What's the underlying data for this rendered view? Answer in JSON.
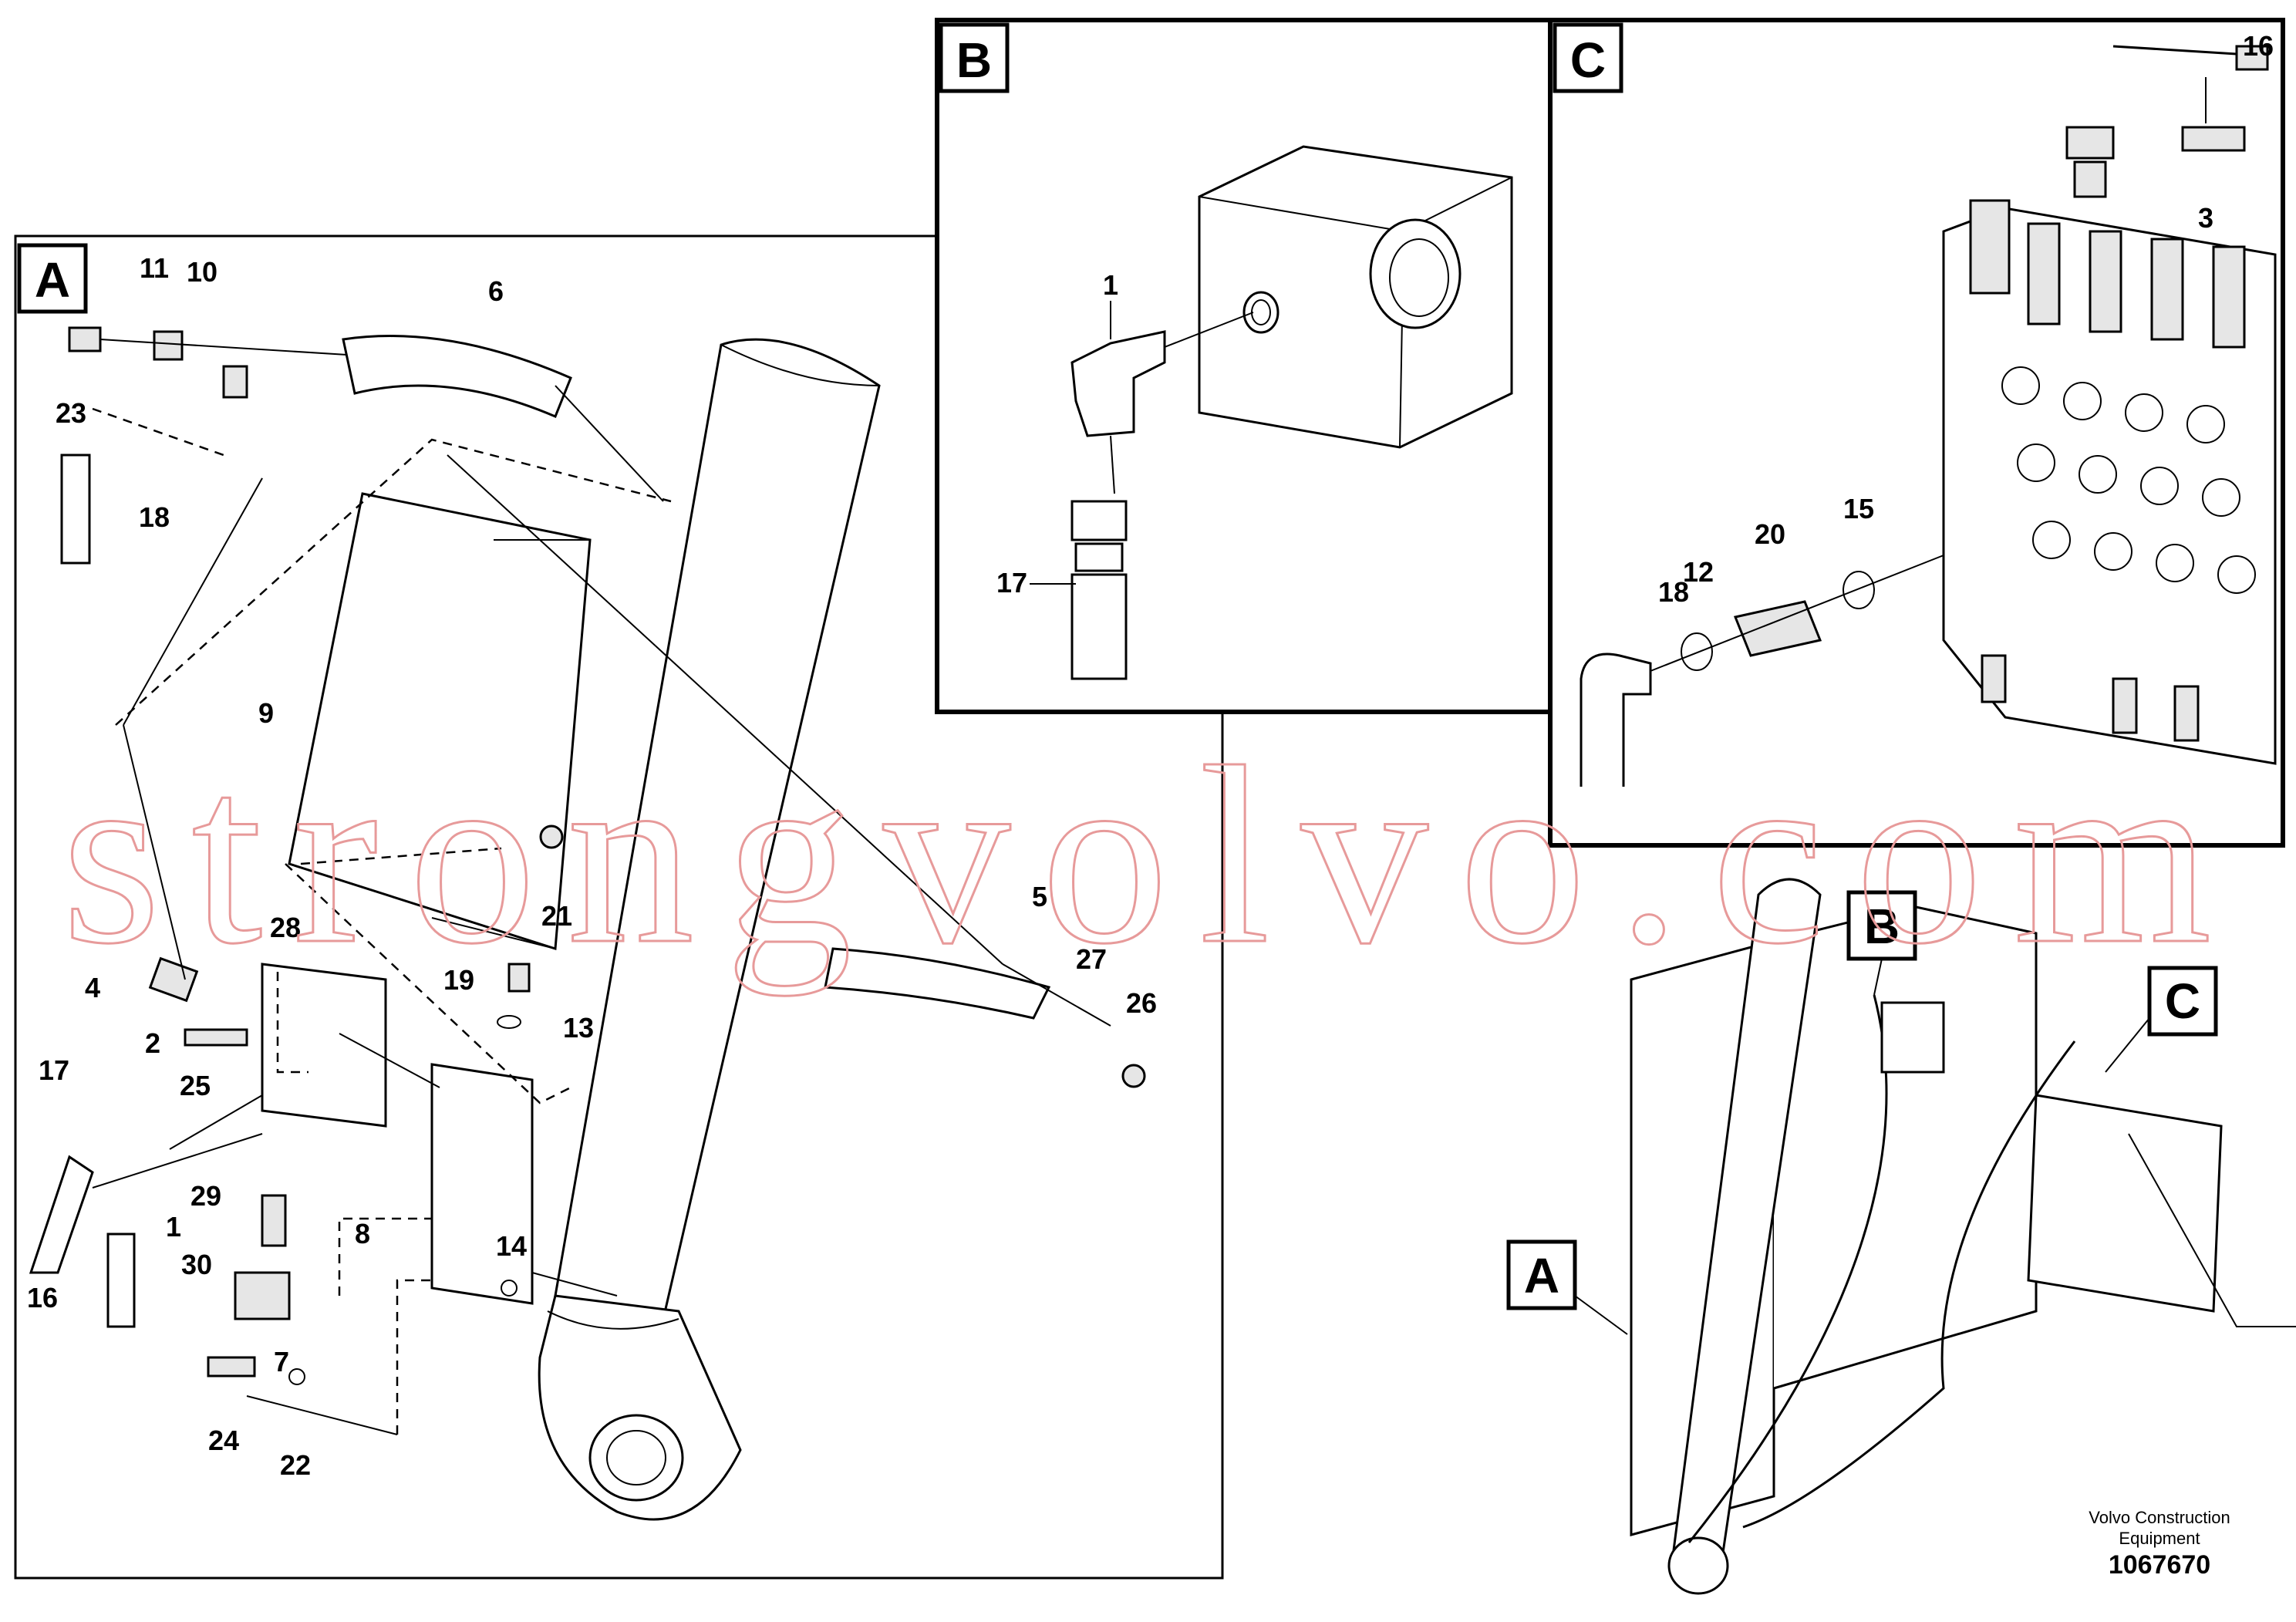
{
  "panels": {
    "A": {
      "letter": "A"
    },
    "B": {
      "letter": "B"
    },
    "C": {
      "letter": "C"
    }
  },
  "callouts_overview": {
    "A": "A",
    "B": "B",
    "C": "C"
  },
  "labels_A": [
    "11",
    "10",
    "6",
    "23",
    "18",
    "9",
    "21",
    "28",
    "5",
    "27",
    "4",
    "19",
    "13",
    "26",
    "17",
    "2",
    "25",
    "29",
    "8",
    "14",
    "1",
    "30",
    "16",
    "7",
    "24",
    "22"
  ],
  "labels_B": [
    "1",
    "17"
  ],
  "labels_C": [
    "16",
    "3",
    "18",
    "12",
    "20",
    "15"
  ],
  "watermark": "strongvolvo.com",
  "footer": {
    "company_line1": "Volvo Construction",
    "company_line2": "Equipment",
    "code": "1067670"
  },
  "colors": {
    "watermark": "#e79a9a",
    "line": "#000000"
  }
}
